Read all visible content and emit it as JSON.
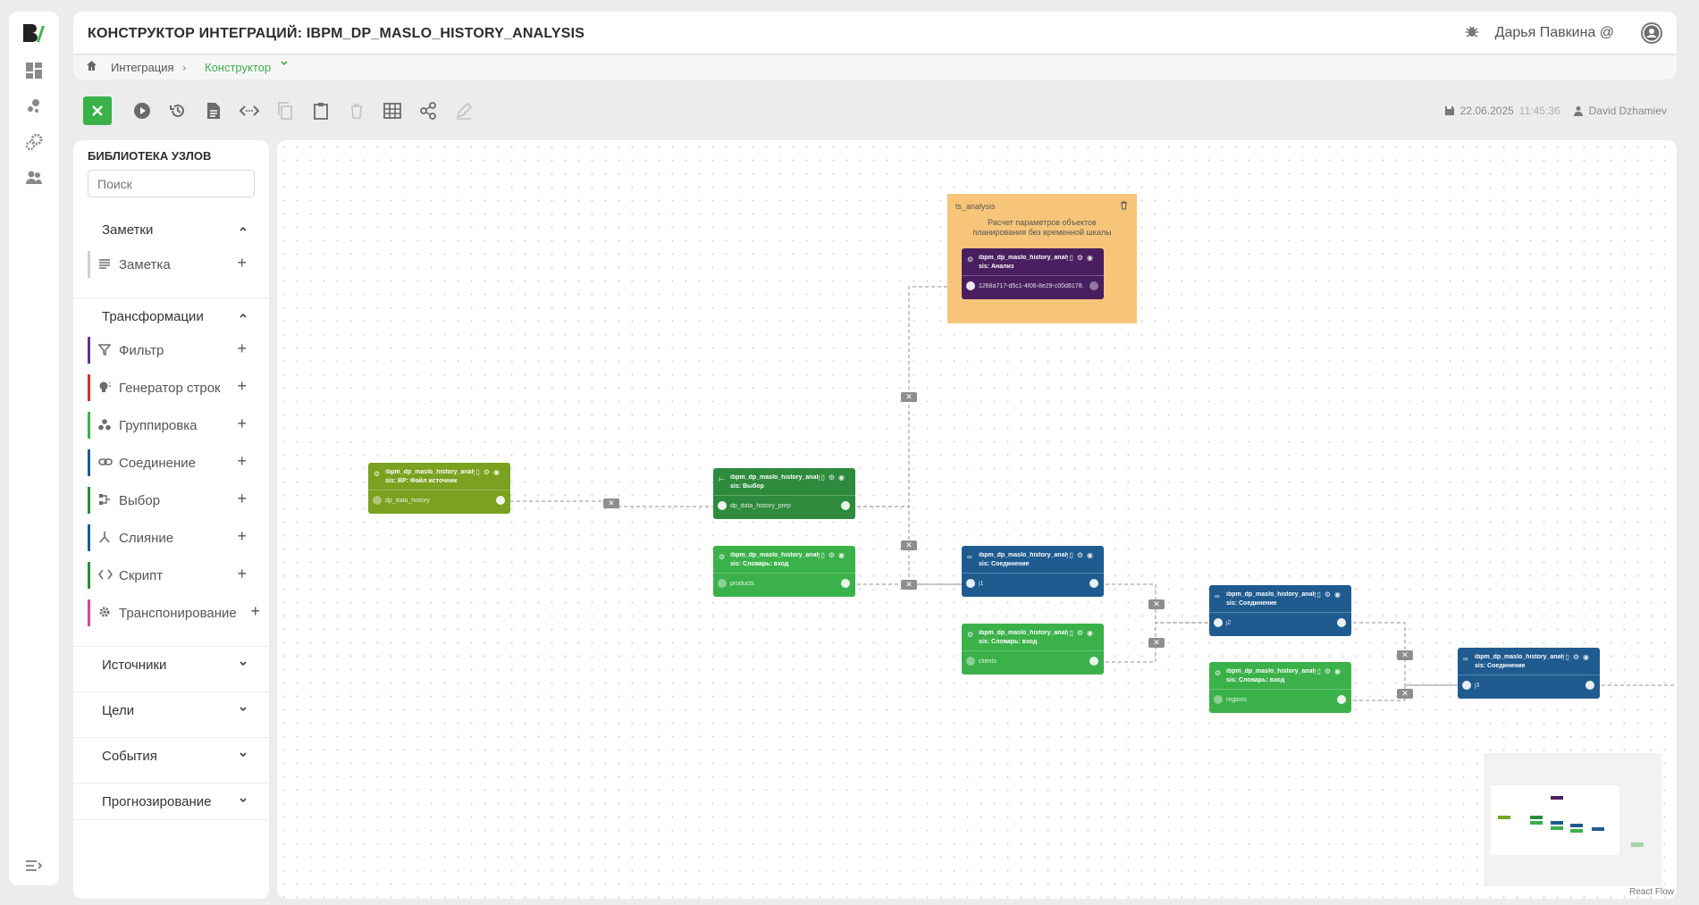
{
  "app": {
    "logo": "BI"
  },
  "header": {
    "title": "КОНСТРУКТОР ИНТЕГРАЦИЙ: IBPM_DP_MASLO_HISTORY_ANALYSIS",
    "user": "Дарья Павкина @"
  },
  "breadcrumb": {
    "home": "home-icon",
    "level1": "Интеграция",
    "level2": "Конструктор"
  },
  "toolbar": {
    "save_date": "22.06.2025",
    "save_time": "11:45:36",
    "author": "David Dzhamiev"
  },
  "library": {
    "title": "БИБЛИОТЕКА УЗЛОВ",
    "search_placeholder": "Поиск",
    "sections": {
      "notes": {
        "label": "Заметки",
        "items": [
          {
            "label": "Заметка",
            "color": "#9e9e9e"
          }
        ]
      },
      "transforms": {
        "label": "Трансформации",
        "items": [
          {
            "label": "Фильтр",
            "color": "#6a2c8a"
          },
          {
            "label": "Генератор строк",
            "color": "#d32f2f"
          },
          {
            "label": "Группировка",
            "color": "#3bb14a"
          },
          {
            "label": "Соединение",
            "color": "#1f5b8f"
          },
          {
            "label": "Выбор",
            "color": "#2e8b3d"
          },
          {
            "label": "Слияние",
            "color": "#1f5b8f"
          },
          {
            "label": "Скрипт",
            "color": "#2e8b3d"
          },
          {
            "label": "Транспонирование",
            "color": "#e040a0"
          }
        ]
      },
      "sources": {
        "label": "Источники"
      },
      "targets": {
        "label": "Цели"
      },
      "events": {
        "label": "События"
      },
      "forecasting": {
        "label": "Прогнозирование"
      }
    }
  },
  "canvas": {
    "note": {
      "title": "ts_analysis",
      "text": "Расчет параметров объектов планирования без временной шкалы"
    },
    "nodes": [
      {
        "name": "ibpm_dp_maslo_history_analy",
        "sub": "sis: ВР: Файл источник",
        "port": "dp_data_history",
        "color": "#7aa11f"
      },
      {
        "name": "ibpm_dp_maslo_history_analy",
        "sub": "sis: Выбор",
        "port": "dp_data_history_prep",
        "color": "#2e8b3d"
      },
      {
        "name": "ibpm_dp_maslo_history_analy",
        "sub": "sis: Словарь: вход",
        "port": "products",
        "color": "#3bb14a"
      },
      {
        "name": "ibpm_dp_maslo_history_analy",
        "sub": "sis: Анализ",
        "port": "1268a717-d5c1-4f06-8e29-c00d8178...",
        "color": "#4a1f5f"
      },
      {
        "name": "ibpm_dp_maslo_history_analy",
        "sub": "sis: Соединение",
        "port": "j1",
        "color": "#1f5b8f"
      },
      {
        "name": "ibpm_dp_maslo_history_analy",
        "sub": "sis: Словарь: вход",
        "port": "clients",
        "color": "#3bb14a"
      },
      {
        "name": "ibpm_dp_maslo_history_analy",
        "sub": "sis: Соединение",
        "port": "j2",
        "color": "#1f5b8f"
      },
      {
        "name": "ibpm_dp_maslo_history_analy",
        "sub": "sis: Словарь: вход",
        "port": "regions",
        "color": "#3bb14a"
      },
      {
        "name": "ibpm_dp_maslo_history_analy",
        "sub": "sis: Соединение",
        "port": "j3",
        "color": "#1f5b8f"
      }
    ],
    "attribution": "React Flow"
  }
}
